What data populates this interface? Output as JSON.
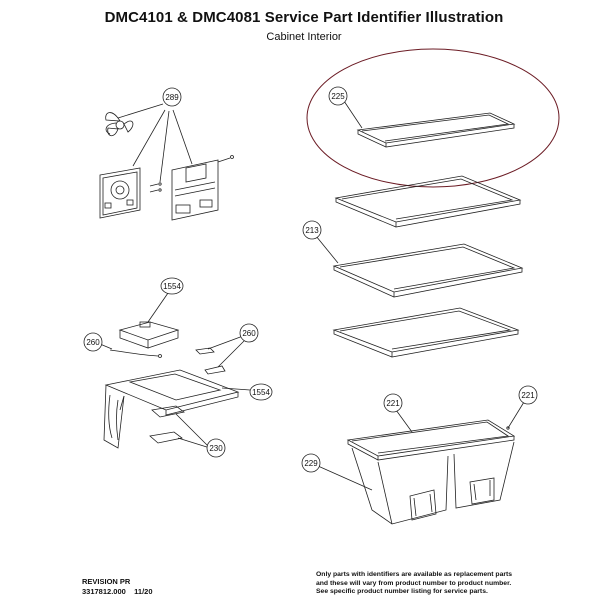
{
  "header": {
    "title": "DMC4101 & DMC4081 Service Part Identifier Illustration",
    "subtitle": "Cabinet Interior"
  },
  "callouts": {
    "c289": "289",
    "c1554_top": "1554",
    "c260_left": "260",
    "c260_right": "260",
    "c1554_bottom": "1554",
    "c230": "230",
    "c225": "225",
    "c213": "213",
    "c221_left": "221",
    "c221_right": "221",
    "c229": "229"
  },
  "colors": {
    "highlight_ring": "#6b1b24",
    "line": "#222222"
  },
  "footer": {
    "revision": "REVISION PR",
    "doc_number": "3317812.000",
    "date": "11/20",
    "note_line1": "Only parts with identifiers are available as replacement parts",
    "note_line2": "and these will vary from product number to product number.",
    "note_line3": "See specific product number listing for service parts."
  }
}
